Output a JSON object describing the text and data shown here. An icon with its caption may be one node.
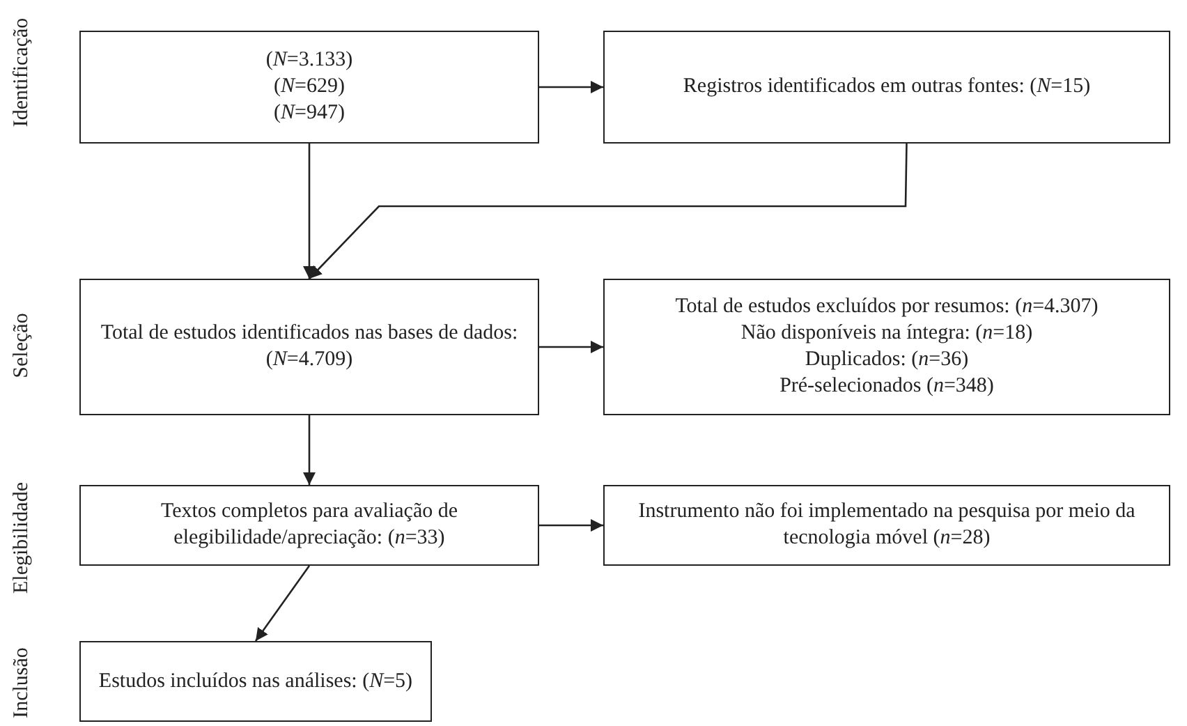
{
  "diagram": {
    "nodes": [
      {
        "text": [
          "(*N*=3.133)",
          "(*N*=629)",
          "(*N*=947)"
        ]
      },
      {
        "text": [
          "Registros identificados em outras fontes: (*N*=15)"
        ]
      },
      {
        "text": [
          "Total de estudos identificados nas bases de dados: (*N*=4.709)"
        ]
      },
      {
        "text": [
          "Total de estudos excluídos por resumos: (*n*=4.307)",
          "Não disponíveis na íntegra: (*n*=18)",
          "Duplicados: (*n*=36)",
          "Pré-selecionados (*n*=348)"
        ]
      },
      {
        "text": [
          "Textos completos para avaliação de elegibilidade/apreciação: (*n*=33)"
        ]
      },
      {
        "text": [
          "Instrumento não foi implementado na pesquisa por meio da tecnologia móvel (*n*=28)"
        ]
      },
      {
        "text": [
          "Estudos incluídos nas análises: (*N*=5)"
        ]
      }
    ],
    "edges": [
      {
        "from": 0,
        "to": 1,
        "arrow": "to"
      },
      {
        "from": 0,
        "to": 2,
        "arrow": "to"
      },
      {
        "from": 1,
        "to": 2,
        "arrow": "to"
      },
      {
        "from": 2,
        "to": 3,
        "arrow": "to"
      },
      {
        "from": 2,
        "to": 4,
        "arrow": "to"
      },
      {
        "from": 4,
        "to": 5,
        "arrow": "to"
      },
      {
        "from": 4,
        "to": 6,
        "arrow": "to"
      }
    ],
    "labels": [
      "Identificação",
      "Seleção",
      "Elegibilidade",
      "Inclusão"
    ]
  }
}
